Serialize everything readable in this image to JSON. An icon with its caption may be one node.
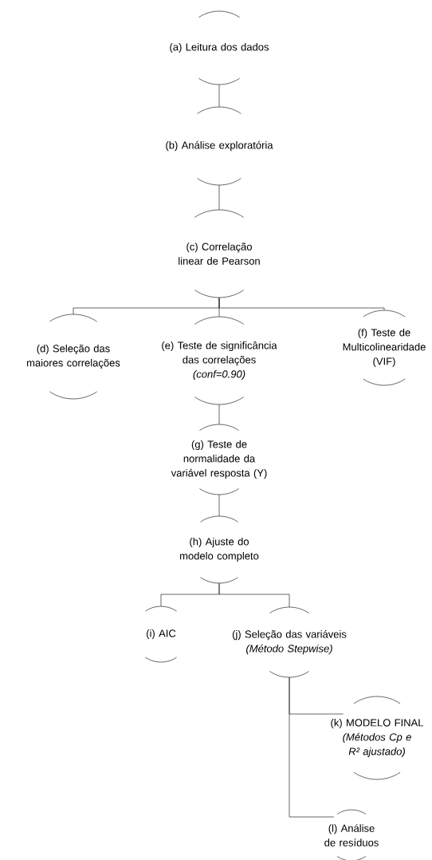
{
  "diagram": {
    "nodes": [
      {
        "text": [
          "(a) Leitura dos dados"
        ]
      },
      {
        "text": [
          "(b) Análise exploratória"
        ]
      },
      {
        "text": [
          "(c) Correlação linear de Pearson"
        ]
      },
      {
        "text": [
          "(d) Seleção das maiores correlações"
        ]
      },
      {
        "text": [
          "(e) Teste de significância das correlações",
          "(conf=0.90)"
        ]
      },
      {
        "text": [
          "(f) Teste de Multicolinearidade (VIF)"
        ]
      },
      {
        "text": [
          "(g) Teste de normalidade da variável resposta (Y)"
        ]
      },
      {
        "text": [
          "(h) Ajuste do modelo completo"
        ]
      },
      {
        "text": [
          "(i) AIC"
        ]
      },
      {
        "text": [
          "(j) Seleção das variáveis",
          "(Método Stepwise)"
        ]
      },
      {
        "text": [
          "(k) MODELO FINAL",
          "(Métodos Cp e R² ajustado)"
        ]
      },
      {
        "text": [
          "(l) Análise de resíduos"
        ]
      }
    ],
    "edges": [
      {
        "from": 0,
        "to": 1,
        "arrow": "none"
      },
      {
        "from": 1,
        "to": 2,
        "arrow": "none"
      },
      {
        "from": 2,
        "to": 3,
        "arrow": "none"
      },
      {
        "from": 2,
        "to": 4,
        "arrow": "none"
      },
      {
        "from": 2,
        "to": 5,
        "arrow": "none"
      },
      {
        "from": 4,
        "to": 6,
        "arrow": "none"
      },
      {
        "from": 6,
        "to": 7,
        "arrow": "none"
      },
      {
        "from": 7,
        "to": 8,
        "arrow": "none"
      },
      {
        "from": 7,
        "to": 9,
        "arrow": "none"
      },
      {
        "from": 9,
        "to": 10,
        "arrow": "none"
      },
      {
        "from": 9,
        "to": 11,
        "arrow": "none"
      }
    ]
  }
}
